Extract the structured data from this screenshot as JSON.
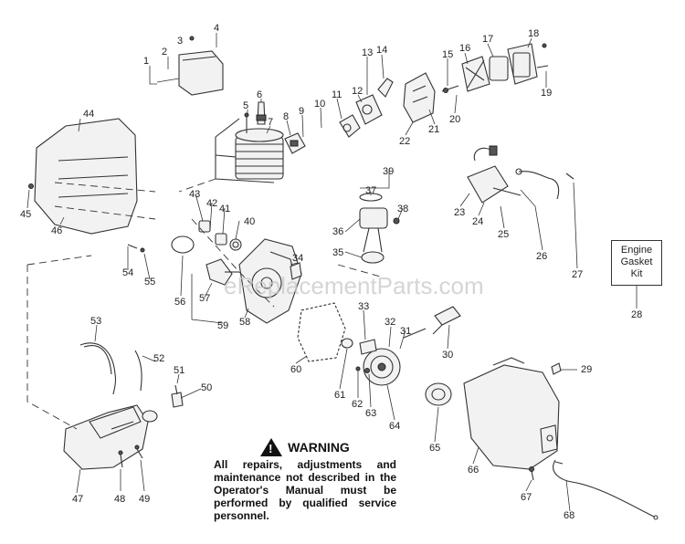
{
  "watermark": "eReplacementParts.com",
  "kit_box": {
    "line1": "Engine",
    "line2": "Gasket",
    "line3": "Kit"
  },
  "warning": {
    "title": "WARNING",
    "text": "All repairs, adjustments and maintenance not described in the Operator's Manual must be performed by qualified service personnel."
  },
  "labels": {
    "p1": "1",
    "p2": "2",
    "p3": "3",
    "p4": "4",
    "p5": "5",
    "p6": "6",
    "p7": "7",
    "p8": "8",
    "p9": "9",
    "p10": "10",
    "p11": "11",
    "p12": "12",
    "p13": "13",
    "p14": "14",
    "p15": "15",
    "p16": "16",
    "p17": "17",
    "p18": "18",
    "p19": "19",
    "p20": "20",
    "p21": "21",
    "p22": "22",
    "p23": "23",
    "p24": "24",
    "p25": "25",
    "p26": "26",
    "p27": "27",
    "p28": "28",
    "p29": "29",
    "p30": "30",
    "p31": "31",
    "p32": "32",
    "p33": "33",
    "p34": "34",
    "p35": "35",
    "p36": "36",
    "p37": "37",
    "p38": "38",
    "p39": "39",
    "p40": "40",
    "p41": "41",
    "p42": "42",
    "p43": "43",
    "p44": "44",
    "p45": "45",
    "p46": "46",
    "p47": "47",
    "p48": "48",
    "p49": "49",
    "p50": "50",
    "p51": "51",
    "p52": "52",
    "p53": "53",
    "p54": "54",
    "p55": "55",
    "p56": "56",
    "p57": "57",
    "p58": "58",
    "p59": "59",
    "p60": "60",
    "p61": "61",
    "p62": "62",
    "p63": "63",
    "p64": "64",
    "p65": "65",
    "p66": "66",
    "p67": "67",
    "p68": "68"
  }
}
